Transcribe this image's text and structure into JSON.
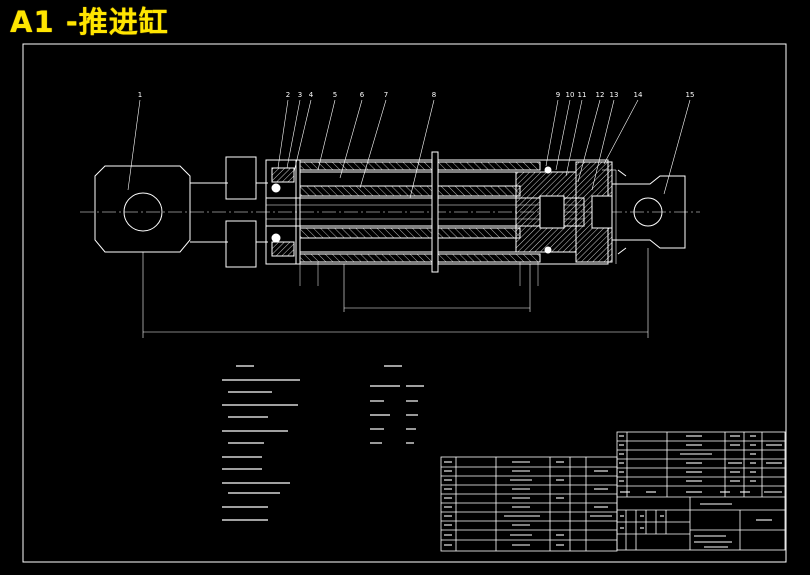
{
  "title": "A1 -推进缸",
  "balloons": [
    "1",
    "2",
    "3",
    "4",
    "5",
    "6",
    "7",
    "8",
    "9",
    "10",
    "11",
    "12",
    "13",
    "14",
    "15"
  ],
  "colors": {
    "background": "#000000",
    "outline": "#ffffff",
    "title": "#ffe500",
    "hatch": "#ffffff"
  }
}
